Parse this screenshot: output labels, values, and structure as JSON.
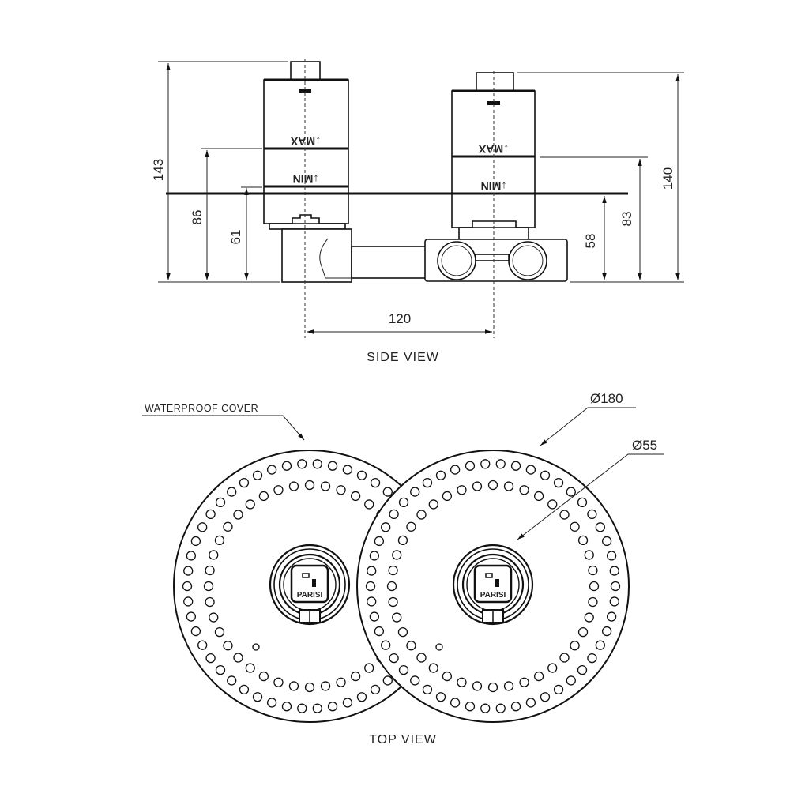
{
  "side_view": {
    "title": "SIDE VIEW",
    "dims": {
      "left_total": "143",
      "left_max": "86",
      "left_min": "61",
      "right_min": "58",
      "right_max": "83",
      "right_total": "140",
      "spacing": "120"
    },
    "markings": {
      "max": "↓MAX",
      "min": "↓MIN"
    }
  },
  "top_view": {
    "title": "TOP VIEW",
    "labels": {
      "cover": "WATERPROOF COVER",
      "outer_dia": "Ø180",
      "inner_dia": "Ø55"
    },
    "brand": "PARISI"
  },
  "colors": {
    "ink": "#111111",
    "background": "#ffffff"
  }
}
